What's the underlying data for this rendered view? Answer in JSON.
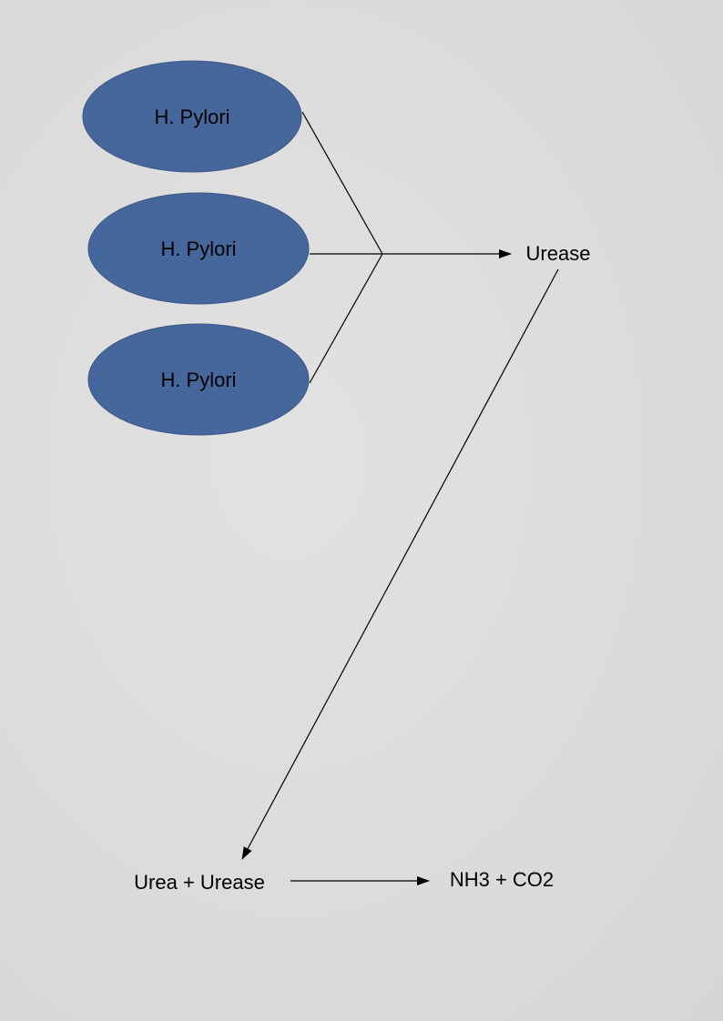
{
  "diagram": {
    "nodes": {
      "pylori_1": "H. Pylori",
      "pylori_2": "H. Pylori",
      "pylori_3": "H. Pylori",
      "urease": "Urease",
      "reactants": "Urea + Urease",
      "products": "NH3 + CO2"
    },
    "colors": {
      "ellipse_fill": "#46679c",
      "ellipse_stroke": "#3a5885",
      "line": "#000000",
      "background": "#dcdcdc"
    }
  }
}
